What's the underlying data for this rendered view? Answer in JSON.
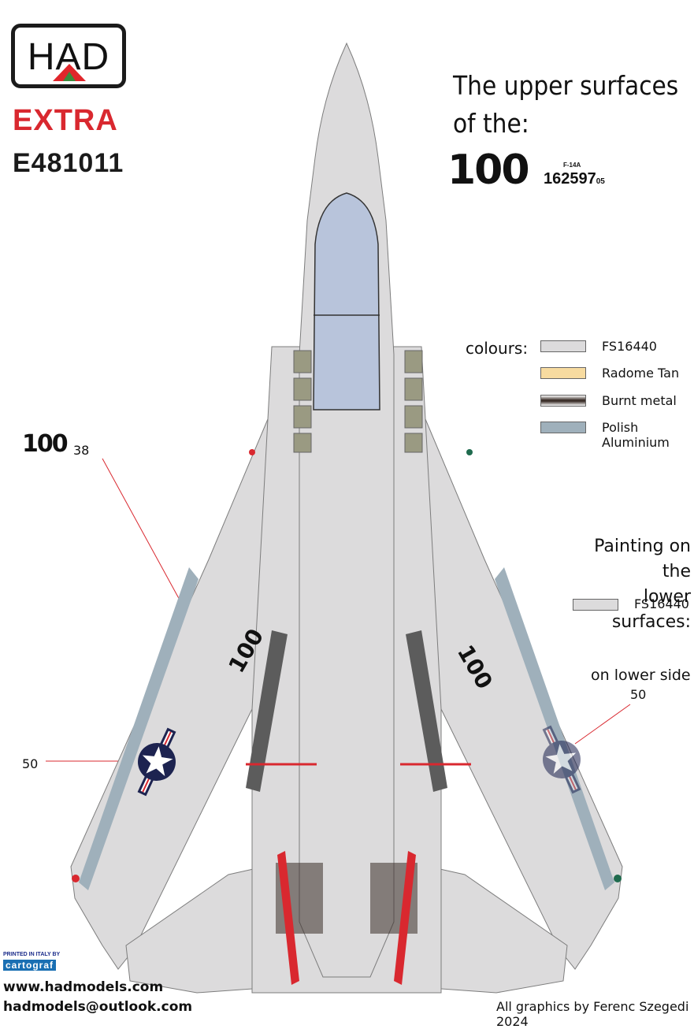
{
  "logo": {
    "text": "HAD",
    "series": "EXTRA",
    "code": "E481011"
  },
  "title": {
    "line1": "The upper surfaces",
    "line2": "of the:"
  },
  "aircraft": {
    "modex": "100",
    "type": "F-14A",
    "serial": "162597",
    "serial_suffix": "05"
  },
  "legend": {
    "heading": "colours:",
    "items": [
      {
        "label": "FS16440",
        "color": "#dcdbdc"
      },
      {
        "label": "Radome Tan",
        "color": "#f7dba0"
      },
      {
        "label": "Burnt metal",
        "color": "#3a2e28"
      },
      {
        "label": "Polish Aluminium",
        "color": "#9fb0bb"
      }
    ]
  },
  "lower": {
    "line1": "Painting on the",
    "line2": "lower surfaces:",
    "swatch_label": "FS16440",
    "swatch_color": "#dcdbdc"
  },
  "callouts": {
    "modex_size_number": "100",
    "modex_size": "38",
    "left_roundel_size": "50",
    "right_note": "on lower side",
    "right_roundel_size": "50"
  },
  "wing_modex": "100",
  "print": {
    "line1": "PRINTED IN ITALY BY",
    "line2": "cartograf"
  },
  "footer": {
    "website": "www.hadmodels.com",
    "email": "hadmodels@outlook.com",
    "credit": "All graphics by Ferenc Szegedi 2024"
  },
  "colors": {
    "fs16440": "#dcdbdc",
    "line": "#7d7d7d",
    "red": "#d9282f",
    "navy": "#1d2350",
    "glass": "#b8c4db",
    "dark_panel": "#5c5c5c"
  }
}
